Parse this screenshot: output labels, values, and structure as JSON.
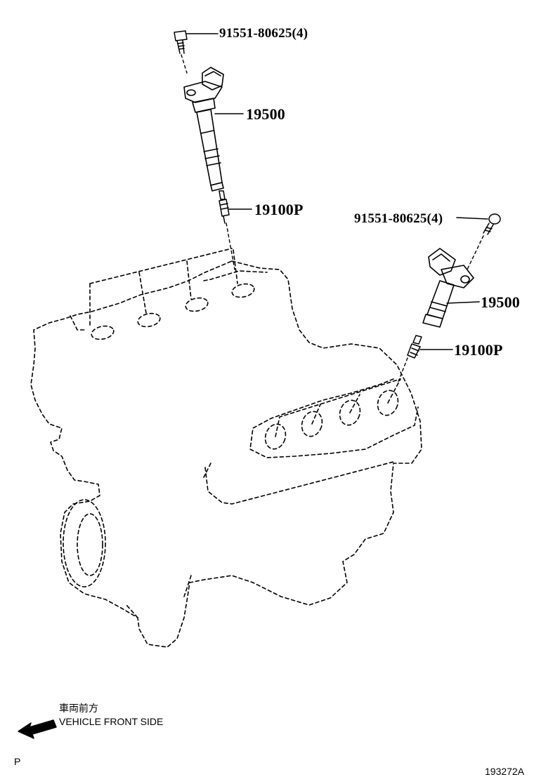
{
  "labels": {
    "bolt_top": "91551-80625(4)",
    "coil_top": "19500",
    "plug_top": "19100P",
    "bolt_right": "91551-80625(4)",
    "coil_right": "19500",
    "plug_right": "19100P"
  },
  "direction": {
    "japanese": "車両前方",
    "english": "VEHICLE FRONT SIDE"
  },
  "footer": {
    "page_mark": "P",
    "figure_code": "193272A"
  }
}
